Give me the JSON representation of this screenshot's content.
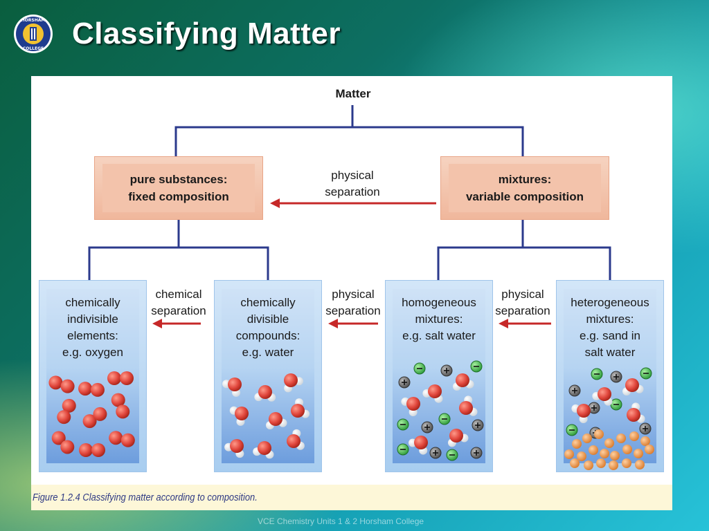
{
  "slide": {
    "title": "Classifying Matter",
    "logo_text": "HORSHAM COLLEGE",
    "footer": "VCE Chemistry Units 1 & 2 Horsham College"
  },
  "diagram": {
    "root": "Matter",
    "top_left": {
      "line1": "pure substances:",
      "line2": "fixed composition"
    },
    "top_right": {
      "line1": "mixtures:",
      "line2": "variable composition"
    },
    "top_arrow": {
      "line1": "physical",
      "line2": "separation"
    },
    "boxes": [
      {
        "lines": [
          "chemically",
          "indivisible",
          "elements:",
          "e.g. oxygen"
        ]
      },
      {
        "lines": [
          "chemically",
          "divisible",
          "compounds:",
          "e.g. water"
        ]
      },
      {
        "lines": [
          "homogeneous",
          "mixtures:",
          "e.g. salt water"
        ]
      },
      {
        "lines": [
          "heterogeneous",
          "mixtures:",
          "e.g. sand in",
          "salt water"
        ]
      }
    ],
    "arrows": [
      {
        "line1": "chemical",
        "line2": "separation"
      },
      {
        "line1": "physical",
        "line2": "separation"
      },
      {
        "line1": "physical",
        "line2": "separation"
      }
    ],
    "caption": "Figure 1.2.4 Classifying matter according to composition."
  },
  "colors": {
    "connector": "#2b3a8c",
    "arrow": "#c62828",
    "atom_red": "#e0463c",
    "atom_white": "#ffffff",
    "ion_green": "#35b34a",
    "ion_grey": "#666666",
    "sand": "#e8924a"
  },
  "icons": {
    "logo": "college-crest-icon",
    "plus": "plus-ion-icon",
    "minus": "minus-ion-icon"
  }
}
